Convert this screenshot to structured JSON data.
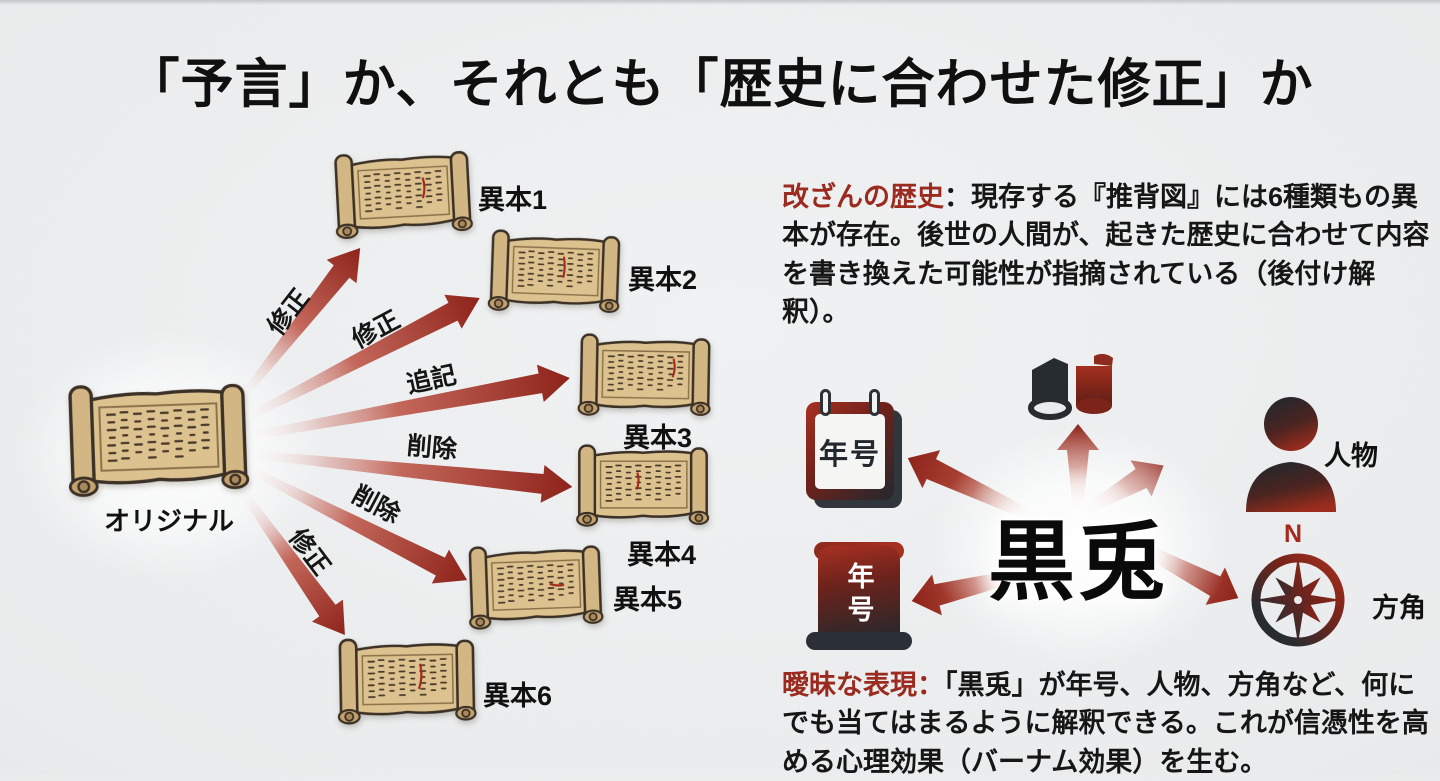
{
  "title": "「予言」か、それとも「歴史に合わせた修正」か",
  "left_diagram": {
    "original_label": "オリジナル",
    "variant_labels": [
      "異本1",
      "異本2",
      "異本3",
      "異本4",
      "異本5",
      "異本6"
    ],
    "arrow_labels": [
      "修正",
      "修正",
      "追記",
      "削除",
      "削除",
      "修正"
    ]
  },
  "history_block": {
    "heading": "改ざんの歴史",
    "colon": "：",
    "body": "現存する『推背図』には6種類もの異本が存在。後世の人間が、起きた歴史に合わせて内容を書き換えた可能性が指摘されている（後付け解釈）。"
  },
  "ambiguity_block": {
    "heading": "曖昧な表現",
    "colon": "：",
    "body": "「黒兎」が年号、人物、方角など、何にでも当てはまるように解釈できる。これが信憑性を高める心理効果（バーナム効果）を生む。"
  },
  "right_diagram": {
    "center_text": "黒兎",
    "calendar_text": "年号",
    "scroll_text": "年号",
    "person_label": "人物",
    "compass_label": "方角",
    "compass_north": "N"
  },
  "icons": {
    "calendar": "calendar-icon",
    "seals": "seal-stamps-icon",
    "person": "person-silhouette-icon",
    "scroll": "scroll-certificate-icon",
    "compass": "compass-rose-icon"
  },
  "colors": {
    "accent_red": "#9b2a1f",
    "arrow_dark": "#8e231a",
    "arrow_light": "#eedbd7",
    "text_dark": "#161616",
    "background": "#e9ebec",
    "parchment": "#dcc28f"
  }
}
